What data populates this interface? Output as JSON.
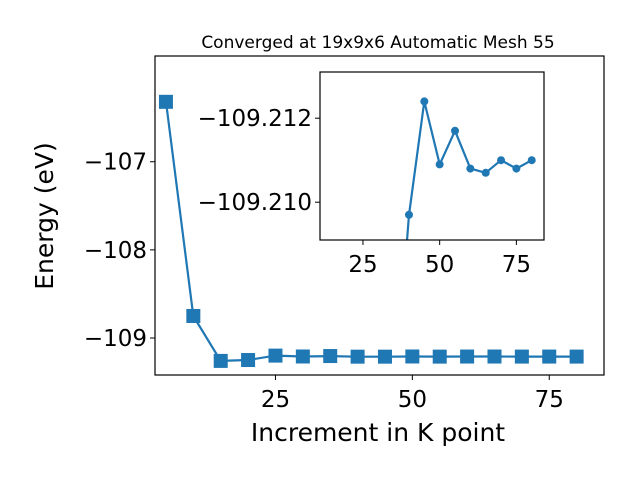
{
  "chart_data": [
    {
      "type": "line",
      "title": "Converged at 19x9x6 Automatic Mesh 55",
      "xlabel": "Increment in K point",
      "ylabel": "Energy (eV)",
      "xlim": [
        3,
        85
      ],
      "ylim": [
        -109.42,
        -105.8
      ],
      "xticks": [
        25,
        50,
        75
      ],
      "xtick_labels": [
        "25",
        "50",
        "75"
      ],
      "yticks": [
        -109,
        -108,
        -107
      ],
      "ytick_labels": [
        "−109",
        "−108",
        "−107"
      ],
      "grid": false,
      "marker": "square",
      "color": "#1f77b4",
      "x": [
        5,
        10,
        15,
        20,
        25,
        30,
        35,
        40,
        45,
        50,
        55,
        60,
        65,
        70,
        75,
        80
      ],
      "y": [
        -106.32,
        -108.75,
        -109.26,
        -109.25,
        -109.2,
        -109.21,
        -109.205,
        -109.212,
        -109.212,
        -109.21,
        -109.2115,
        -109.2105,
        -109.2104,
        -109.2111,
        -109.2109,
        -109.2111
      ]
    },
    {
      "type": "line",
      "title": "",
      "xlabel": "",
      "ylabel": "",
      "inset": true,
      "xlim": [
        11,
        84
      ],
      "ylim": [
        -109.2091,
        -109.2131
      ],
      "xticks": [
        25,
        50,
        75
      ],
      "xtick_labels": [
        "25",
        "50",
        "75"
      ],
      "yticks": [
        -109.212,
        -109.21
      ],
      "ytick_labels": [
        "−109.212",
        "−109.210"
      ],
      "grid": false,
      "marker": "circle",
      "color": "#1f77b4",
      "x": [
        35,
        40,
        45,
        50,
        55,
        60,
        65,
        70,
        75,
        80
      ],
      "y": [
        -109.205,
        -109.2097,
        -109.2124,
        -109.2109,
        -109.2117,
        -109.2108,
        -109.2107,
        -109.211,
        -109.2108,
        -109.211
      ]
    }
  ]
}
